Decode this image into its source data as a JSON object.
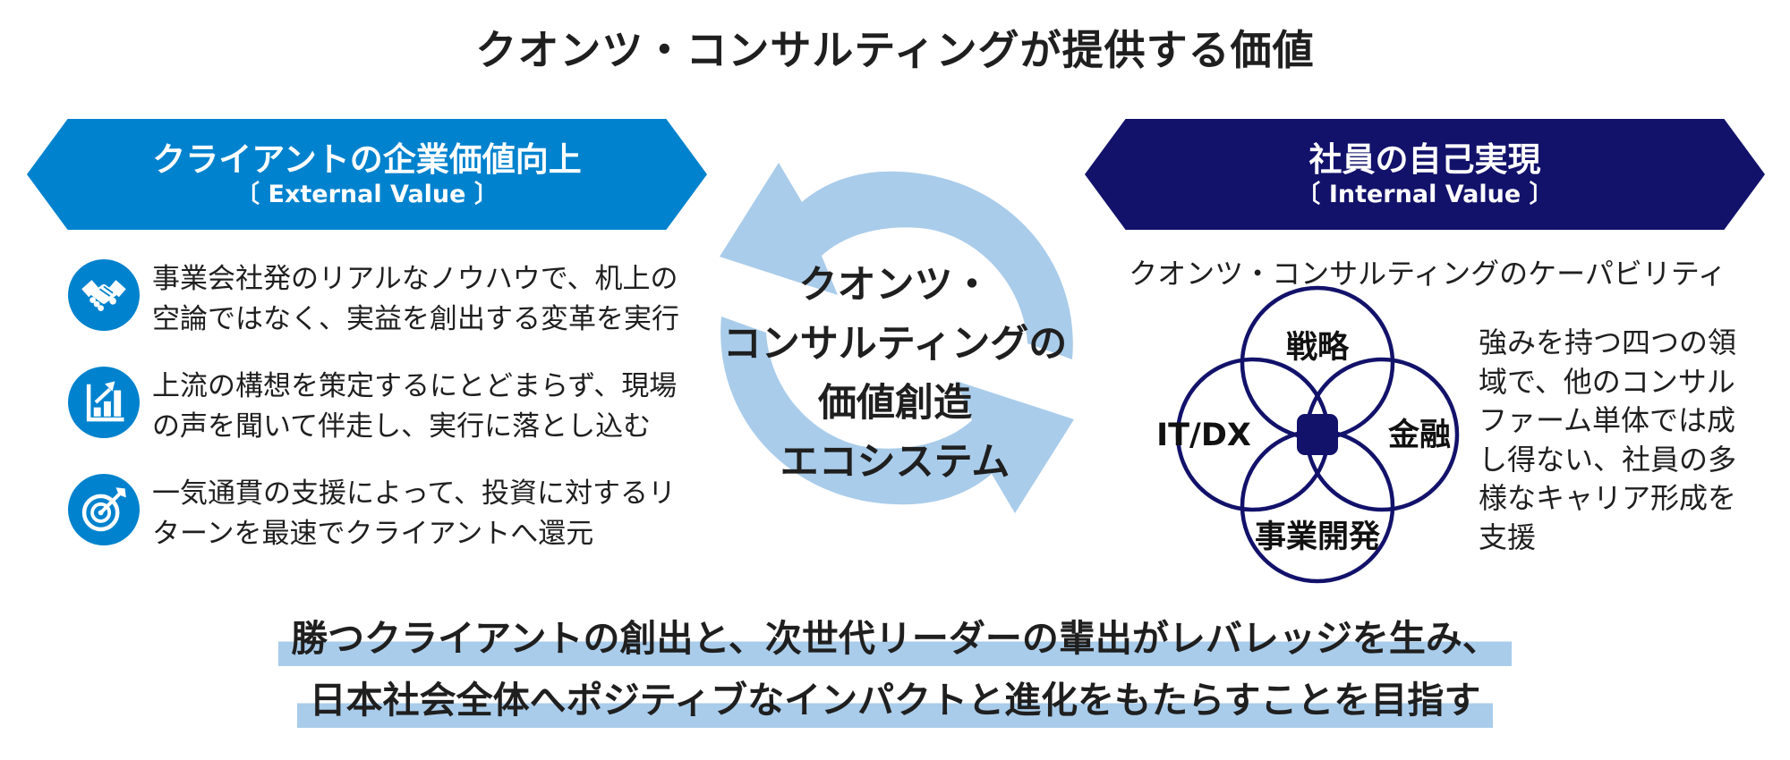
{
  "title": "クオンツ・コンサルティングが提供する価値",
  "left_banner": {
    "title": "クライアントの企業価値向上",
    "subtitle": "〔 External Value 〕"
  },
  "right_banner": {
    "title": "社員の自己実現",
    "subtitle": "〔 Internal Value 〕"
  },
  "left_points": [
    {
      "icon": "handshake-icon",
      "text": "事業会社発のリアルなノウハウで、机上の空論ではなく、実益を創出する変革を実行"
    },
    {
      "icon": "growth-chart-icon",
      "text": "上流の構想を策定するにとどまらず、現場の声を聞いて伴走し、実行に落とし込む"
    },
    {
      "icon": "target-icon",
      "text": "一気通貫の支援によって、投資に対するリターンを最速でクライアントへ還元"
    }
  ],
  "center_cycle": {
    "lines": [
      "クオンツ・",
      "コンサルティングの",
      "価値創造",
      "エコシステム"
    ]
  },
  "capability": {
    "subtitle": "クオンツ・コンサルティングのケーパビリティ",
    "venn": {
      "top": "戦略",
      "left": "IT/DX",
      "right": "金融",
      "bottom": "事業開発"
    },
    "description": "強みを持つ四つの領域で、他のコンサルファーム単体では成し得ない、社員の多様なキャリア形成を支援"
  },
  "goal": {
    "line1": "勝つクライアントの創出と、次世代リーダーの輩出がレバレッジを生み、",
    "line2": "日本社会全体へポジティブなインパクトと進化をもたらすことを目指す"
  },
  "colors": {
    "brand_blue": "#0082CE",
    "navy": "#12126B",
    "light_blue": "#A9CCEA",
    "text_black": "#1F1F1F"
  }
}
